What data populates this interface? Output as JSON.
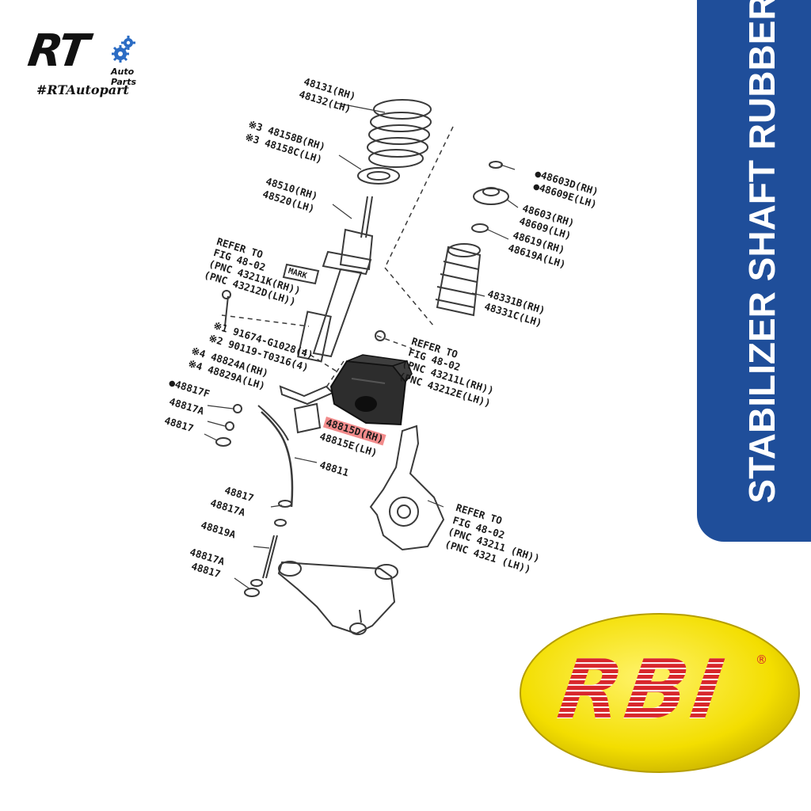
{
  "banner": {
    "title": "STABILIZER SHAFT RUBBER",
    "color": "#1f4e9a"
  },
  "logo": {
    "brand": "RT",
    "subtitle": "Auto Parts",
    "hashtag": "#RTAutopart",
    "gear_color": "#2b6cc4"
  },
  "rbi_logo": {
    "text": "RBI",
    "registered": "®",
    "bg": "#f5e400",
    "text_color": "#d8262b"
  },
  "diagram": {
    "labels": [
      "48131(RH)",
      "48132(LH)",
      "※3 48158B(RH)",
      "※3 48158C(LH)",
      "48510(RH)",
      "48520(LH)",
      "REFER TO",
      "FIG 48-02",
      "(PNC 43211K(RH))",
      "(PNC 43212D(LH))",
      "MARK",
      "※1 91674-G1028(4)",
      "※2 90119-T0316(4)",
      "※4 48824A(RH)",
      "※4 48829A(LH)",
      "●48817F",
      "48817A",
      "48817",
      "48815D(RH)",
      "48815E(LH)",
      "48811",
      "48817",
      "48817A",
      "48819A",
      "48817A",
      "48817",
      "●48603D(RH)",
      "●48609E(LH)",
      "48603(RH)",
      "48609(LH)",
      "48619(RH)",
      "48619A(LH)",
      "48331B(RH)",
      "48331C(LH)",
      "REFER TO",
      "FIG 48-02",
      "(PNC 43211L(RH))",
      "(PNC 43212E(LH))",
      "REFER TO",
      "FIG 48-02",
      "(PNC 43211 (RH))",
      "(PNC 4321 (LH))"
    ]
  }
}
